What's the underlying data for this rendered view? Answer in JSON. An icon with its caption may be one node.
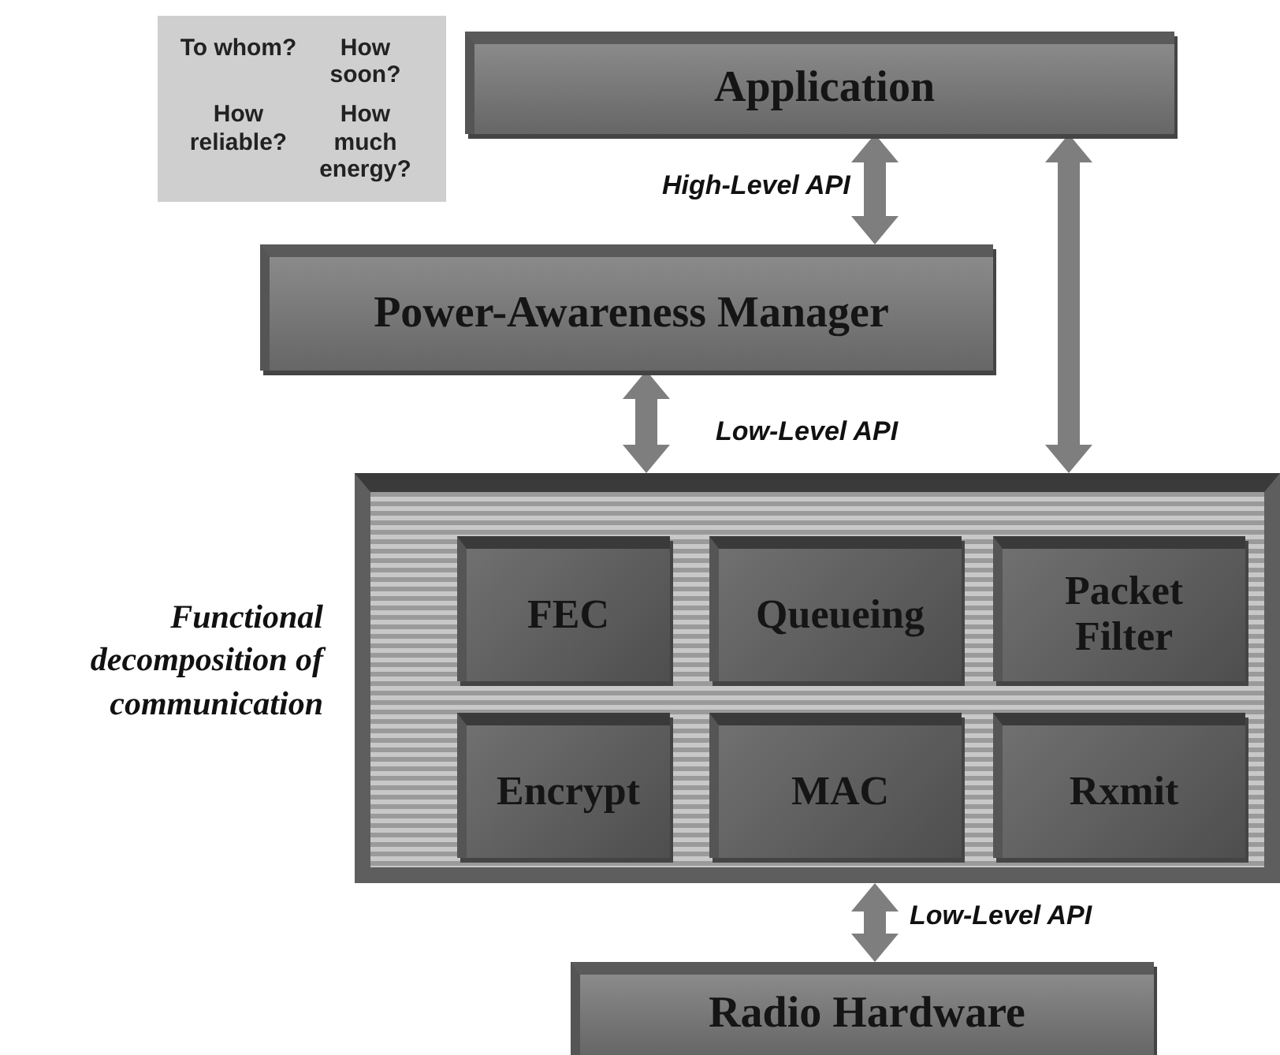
{
  "diagram": {
    "nodes": [
      {
        "text": [
          "To whom?",
          "How soon?",
          "How reliable?",
          "How much energy?"
        ]
      },
      {
        "text": [
          "Application"
        ]
      },
      {
        "text": [
          "Power-Awareness Manager"
        ]
      },
      {
        "text": [],
        "shape": "box",
        "beside": [
          "Functional decomposition of communication"
        ]
      },
      {
        "text": [
          "FEC"
        ],
        "in": 3
      },
      {
        "text": [
          "Queueing"
        ],
        "in": 3
      },
      {
        "text": [
          "Packet Filter"
        ],
        "in": 3
      },
      {
        "text": [
          "Encrypt"
        ],
        "in": 3
      },
      {
        "text": [
          "MAC"
        ],
        "in": 3
      },
      {
        "text": [
          "Rxmit"
        ],
        "in": 3
      },
      {
        "text": [
          "Radio Hardware"
        ]
      }
    ],
    "edges": [
      {
        "from": 1,
        "to": 2,
        "arrow": "both",
        "label": "High-Level API"
      },
      {
        "from": 2,
        "to": 3,
        "arrow": "both",
        "label": "Low-Level API"
      },
      {
        "from": 1,
        "to": 3,
        "arrow": "both"
      },
      {
        "from": 3,
        "to": 10,
        "arrow": "both",
        "label": "Low-Level API"
      }
    ]
  }
}
